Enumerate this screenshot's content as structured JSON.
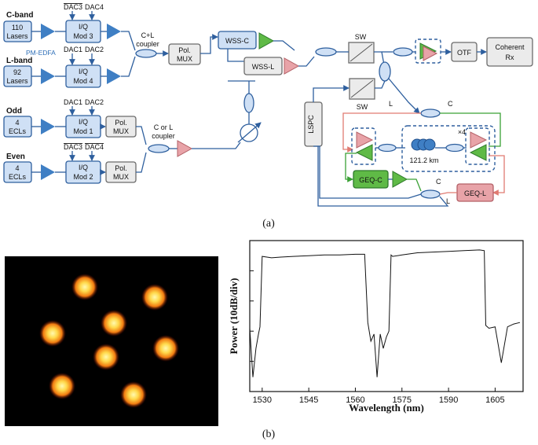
{
  "diagram": {
    "band_c": "C-band",
    "c_lasers_1": "110",
    "c_lasers_2": "Lasers",
    "band_l": "L-band",
    "l_lasers_1": "92",
    "l_lasers_2": "Lasers",
    "pm_edfa": "PM-EDFA",
    "mod3_dacs_a": "DAC3",
    "mod3_dacs_b": "DAC4",
    "mod4_dacs_a": "DAC1",
    "mod4_dacs_b": "DAC2",
    "mod3_1": "I/Q",
    "mod3_2": "Mod 3",
    "mod4_1": "I/Q",
    "mod4_2": "Mod 4",
    "cl_coupler_1": "C+L",
    "cl_coupler_2": "coupler",
    "pol_mux_1": "Pol.",
    "pol_mux_2": "MUX",
    "wss_c": "WSS-C",
    "wss_l": "WSS-L",
    "sw_top": "SW",
    "otf": "OTF",
    "coherent_1": "Coherent",
    "coherent_2": "Rx",
    "odd": "Odd",
    "odd_ecl_1": "4",
    "odd_ecl_2": "ECLs",
    "even": "Even",
    "even_ecl_1": "4",
    "even_ecl_2": "ECLs",
    "mod1_dacs_a": "DAC1",
    "mod1_dacs_b": "DAC2",
    "mod2_dacs_a": "DAC3",
    "mod2_dacs_b": "DAC4",
    "mod1_1": "I/Q",
    "mod1_2": "Mod 1",
    "mod2_1": "I/Q",
    "mod2_2": "Mod 2",
    "pol_mux1_1": "Pol.",
    "pol_mux1_2": "MUX",
    "pol_mux2_1": "Pol.",
    "pol_mux2_2": "MUX",
    "corl_1": "C or L",
    "corl_2": "coupler",
    "sw_bottom": "SW",
    "lspc": "LSPC",
    "label_l": "L",
    "label_c": "C",
    "loop_count": "×4",
    "span": "121.2 km",
    "geq_c": "GEQ-C",
    "geq_l": "GEQ-L",
    "label_c2": "C",
    "label_l2": "L",
    "caption_a": "(a)",
    "caption_b": "(b)",
    "colors": {
      "blue_box": "#cfe0f5",
      "amp_blue": "#3f7fc4",
      "amp_green": "#5fba46",
      "amp_pink": "#e8a3a8",
      "loop_green": "#3aa135",
      "loop_red": "#e07b72"
    }
  },
  "chart_data": {
    "type": "line",
    "title": "",
    "xlabel": "Wavelength (nm)",
    "ylabel": "Power (10dB/div)",
    "xlim": [
      1526,
      1614
    ],
    "xticks": [
      1530,
      1545,
      1560,
      1575,
      1590,
      1605
    ],
    "grid": false,
    "series": [
      {
        "x": [
          1526,
          1527,
          1528,
          1528.8,
          1529.3,
          1530,
          1533,
          1536,
          1540,
          1545,
          1550,
          1555,
          1560,
          1563,
          1564,
          1565,
          1566,
          1567,
          1568,
          1569,
          1570,
          1570.8,
          1571.5,
          1572,
          1575,
          1580,
          1585,
          1590,
          1595,
          1600,
          1601.5,
          1602,
          1603,
          1605,
          1607,
          1609,
          1611,
          1613
        ],
        "values": [
          -5.6,
          -9,
          -7,
          -6,
          -5.5,
          -0.6,
          -0.7,
          -0.65,
          -0.6,
          -0.55,
          -0.5,
          -0.5,
          -0.45,
          -0.45,
          -5.2,
          -6.5,
          -6,
          -9,
          -6,
          -7,
          -6.2,
          -5.8,
          -0.5,
          -0.6,
          -0.5,
          -0.35,
          -0.3,
          -0.25,
          -0.2,
          -0.15,
          -0.2,
          -5.4,
          -5.6,
          -5.5,
          -8,
          -5.5,
          -5.3,
          -5.2
        ]
      }
    ]
  }
}
